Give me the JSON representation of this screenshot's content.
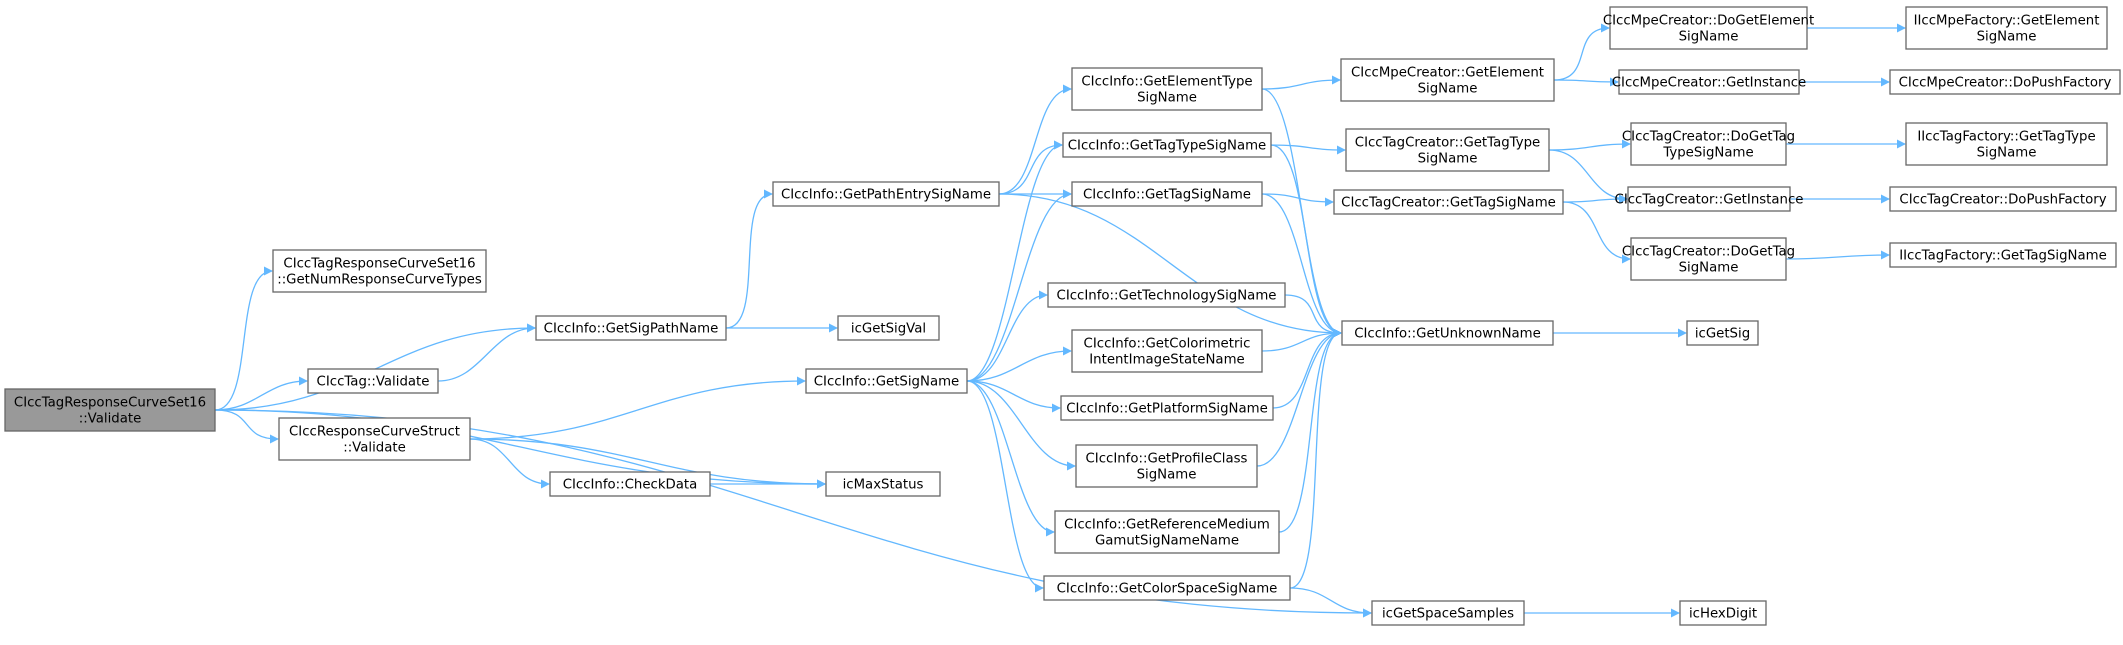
{
  "diagram": {
    "type": "call-graph",
    "edge_color": "#63b8ff",
    "root_fill": "#999999",
    "nodes": [
      {
        "id": "root",
        "lines": [
          "CIccTagResponseCurveSet16",
          "::Validate"
        ],
        "root": true
      },
      {
        "id": "numresp",
        "lines": [
          "CIccTagResponseCurveSet16",
          "::GetNumResponseCurveTypes"
        ]
      },
      {
        "id": "sigpath",
        "lines": [
          "CIccInfo::GetSigPathName"
        ]
      },
      {
        "id": "tagvalidate",
        "lines": [
          "CIccTag::Validate"
        ]
      },
      {
        "id": "respstruct",
        "lines": [
          "CIccResponseCurveStruct",
          "::Validate"
        ]
      },
      {
        "id": "checkdata",
        "lines": [
          "CIccInfo::CheckData"
        ]
      },
      {
        "id": "maxstatus",
        "lines": [
          "icMaxStatus"
        ]
      },
      {
        "id": "getsigval",
        "lines": [
          "icGetSigVal"
        ]
      },
      {
        "id": "pathentry",
        "lines": [
          "CIccInfo::GetPathEntrySigName"
        ]
      },
      {
        "id": "getsigname",
        "lines": [
          "CIccInfo::GetSigName"
        ]
      },
      {
        "id": "elemtype",
        "lines": [
          "CIccInfo::GetElementType",
          "SigName"
        ]
      },
      {
        "id": "tagtype",
        "lines": [
          "CIccInfo::GetTagTypeSigName"
        ]
      },
      {
        "id": "tagsig",
        "lines": [
          "CIccInfo::GetTagSigName"
        ]
      },
      {
        "id": "tech",
        "lines": [
          "CIccInfo::GetTechnologySigName"
        ]
      },
      {
        "id": "colorimetric",
        "lines": [
          "CIccInfo::GetColorimetric",
          "IntentImageStateName"
        ]
      },
      {
        "id": "platform",
        "lines": [
          "CIccInfo::GetPlatformSigName"
        ]
      },
      {
        "id": "profileclass",
        "lines": [
          "CIccInfo::GetProfileClass",
          "SigName"
        ]
      },
      {
        "id": "refmedium",
        "lines": [
          "CIccInfo::GetReferenceMedium",
          "GamutSigNameName"
        ]
      },
      {
        "id": "colorspace",
        "lines": [
          "CIccInfo::GetColorSpaceSigName"
        ]
      },
      {
        "id": "mpegetelem",
        "lines": [
          "CIccMpeCreator::GetElement",
          "SigName"
        ]
      },
      {
        "id": "tagcreatortype",
        "lines": [
          "CIccTagCreator::GetTagType",
          "SigName"
        ]
      },
      {
        "id": "tagcreatorsig",
        "lines": [
          "CIccTagCreator::GetTagSigName"
        ]
      },
      {
        "id": "unknown",
        "lines": [
          "CIccInfo::GetUnknownName"
        ]
      },
      {
        "id": "spacesamples",
        "lines": [
          "icGetSpaceSamples"
        ]
      },
      {
        "id": "mpedoget",
        "lines": [
          "CIccMpeCreator::DoGetElement",
          "SigName"
        ]
      },
      {
        "id": "mpeinstance",
        "lines": [
          "CIccMpeCreator::GetInstance"
        ]
      },
      {
        "id": "tagdogettype",
        "lines": [
          "CIccTagCreator::DoGetTag",
          "TypeSigName"
        ]
      },
      {
        "id": "taginstance",
        "lines": [
          "CIccTagCreator::GetInstance"
        ]
      },
      {
        "id": "tagdogetsig",
        "lines": [
          "CIccTagCreator::DoGetTag",
          "SigName"
        ]
      },
      {
        "id": "getsig",
        "lines": [
          "icGetSig"
        ]
      },
      {
        "id": "hexdigit",
        "lines": [
          "icHexDigit"
        ]
      },
      {
        "id": "mpefactory",
        "lines": [
          "IIccMpeFactory::GetElement",
          "SigName"
        ]
      },
      {
        "id": "mpepush",
        "lines": [
          "CIccMpeCreator::DoPushFactory"
        ]
      },
      {
        "id": "tagfactorytype",
        "lines": [
          "IIccTagFactory::GetTagType",
          "SigName"
        ]
      },
      {
        "id": "tagpush",
        "lines": [
          "CIccTagCreator::DoPushFactory"
        ]
      },
      {
        "id": "tagfactorysig",
        "lines": [
          "IIccTagFactory::GetTagSigName"
        ]
      }
    ],
    "edges": [
      [
        "root",
        "numresp"
      ],
      [
        "root",
        "sigpath"
      ],
      [
        "root",
        "tagvalidate"
      ],
      [
        "root",
        "respstruct"
      ],
      [
        "root",
        "maxstatus"
      ],
      [
        "root",
        "spacesamples"
      ],
      [
        "tagvalidate",
        "sigpath"
      ],
      [
        "sigpath",
        "getsigval"
      ],
      [
        "sigpath",
        "pathentry"
      ],
      [
        "respstruct",
        "getsigname"
      ],
      [
        "respstruct",
        "checkdata"
      ],
      [
        "respstruct",
        "maxstatus"
      ],
      [
        "checkdata",
        "maxstatus"
      ],
      [
        "pathentry",
        "elemtype"
      ],
      [
        "pathentry",
        "tagtype"
      ],
      [
        "pathentry",
        "tagsig"
      ],
      [
        "pathentry",
        "unknown"
      ],
      [
        "getsigname",
        "tagtype"
      ],
      [
        "getsigname",
        "tagsig"
      ],
      [
        "getsigname",
        "tech"
      ],
      [
        "getsigname",
        "colorimetric"
      ],
      [
        "getsigname",
        "platform"
      ],
      [
        "getsigname",
        "profileclass"
      ],
      [
        "getsigname",
        "refmedium"
      ],
      [
        "getsigname",
        "colorspace"
      ],
      [
        "elemtype",
        "mpegetelem"
      ],
      [
        "elemtype",
        "unknown"
      ],
      [
        "tagtype",
        "tagcreatortype"
      ],
      [
        "tagtype",
        "unknown"
      ],
      [
        "tagsig",
        "tagcreatorsig"
      ],
      [
        "tagsig",
        "unknown"
      ],
      [
        "tech",
        "unknown"
      ],
      [
        "colorimetric",
        "unknown"
      ],
      [
        "platform",
        "unknown"
      ],
      [
        "profileclass",
        "unknown"
      ],
      [
        "refmedium",
        "unknown"
      ],
      [
        "colorspace",
        "unknown"
      ],
      [
        "colorspace",
        "spacesamples"
      ],
      [
        "mpegetelem",
        "mpedoget"
      ],
      [
        "mpegetelem",
        "mpeinstance"
      ],
      [
        "tagcreatortype",
        "tagdogettype"
      ],
      [
        "tagcreatortype",
        "taginstance"
      ],
      [
        "tagcreatorsig",
        "taginstance"
      ],
      [
        "tagcreatorsig",
        "tagdogetsig"
      ],
      [
        "unknown",
        "getsig"
      ],
      [
        "spacesamples",
        "hexdigit"
      ],
      [
        "mpedoget",
        "mpefactory"
      ],
      [
        "mpeinstance",
        "mpepush"
      ],
      [
        "tagdogettype",
        "tagfactorytype"
      ],
      [
        "taginstance",
        "tagpush"
      ],
      [
        "tagdogetsig",
        "tagfactorysig"
      ]
    ]
  }
}
